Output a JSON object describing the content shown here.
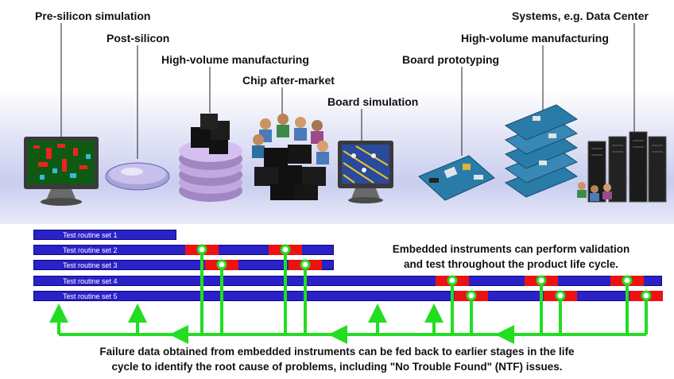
{
  "stages": [
    {
      "key": "pre_silicon",
      "label": "Pre-silicon simulation"
    },
    {
      "key": "post_silicon",
      "label": "Post-silicon"
    },
    {
      "key": "hvm_chip",
      "label": "High-volume manufacturing"
    },
    {
      "key": "chip_aftermarket",
      "label": "Chip after-market"
    },
    {
      "key": "board_sim",
      "label": "Board simulation"
    },
    {
      "key": "board_proto",
      "label": "Board prototyping"
    },
    {
      "key": "hvm_board",
      "label": "High-volume manufacturing"
    },
    {
      "key": "systems",
      "label": "Systems, e.g. Data Center"
    }
  ],
  "test_routines": [
    {
      "label": "Test routine set 1"
    },
    {
      "label": "Test routine set 2"
    },
    {
      "label": "Test routine set 3"
    },
    {
      "label": "Test routine set 4"
    },
    {
      "label": "Test routine set 5"
    }
  ],
  "callout": {
    "line1": "Embedded instruments can perform validation",
    "line2": "and test throughout the product life cycle."
  },
  "footer": {
    "line1": "Failure data obtained from embedded instruments can be fed back to earlier stages in the life",
    "line2": "cycle to identify the root cause of problems, including \"No Trouble Found\" (NTF) issues."
  },
  "colors": {
    "bar_fill": "#2a21c8",
    "failure_marker": "#ee1111",
    "feedback_arrow": "#22dd22"
  }
}
